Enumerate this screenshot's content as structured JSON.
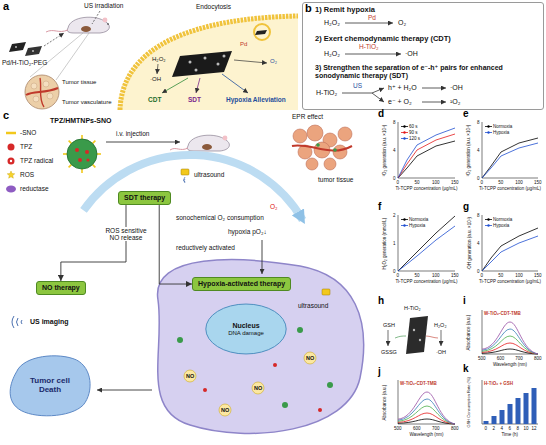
{
  "diagram": {
    "nodes": [
      {
        "text": [
          "1) Remit hypoxia",
          "2) Exert chemodynamic therapy (CDT)",
          "3) Strengthen the separation of e⁻-h⁺ pairs for enhanced sonodynamic therapy (SDT)"
        ]
      },
      {
        "text": [
          "SDT therapy"
        ]
      },
      {
        "text": [
          "NO therapy"
        ]
      },
      {
        "text": [
          "Hypoxia-activated therapy"
        ]
      },
      {
        "text": [
          "Nucleus",
          "DNA damage"
        ]
      },
      {
        "text": [
          "Tumor cell Death"
        ]
      }
    ],
    "edges": [
      {
        "from": 1,
        "to": 2,
        "label": "ROS sensitive NO release",
        "arrow": "to"
      },
      {
        "from": 1,
        "to": 3,
        "arrow": "to"
      }
    ],
    "labels": [
      "a",
      "US irradiation",
      "Pd/H-TiO₂-PEG",
      "Tumor tissue",
      "Tumor vasculature",
      "Endocytosis",
      "H₂O₂",
      "·OH",
      "Pd",
      "O₂",
      "CDT",
      "SDT",
      "Hypoxia Alleviation",
      "b",
      "H₂O₂",
      "Pd",
      "O₂",
      "H₂O₂",
      "H-TiO₂",
      "·OH",
      "H-TiO₂",
      "US",
      "h⁺ + H₂O",
      "·OH",
      "e⁻ + O₂",
      "¹O₂",
      "c",
      "TPZ/HMTNPs-SNO",
      "i.v. injection",
      "EPR effect",
      "tumor tissue",
      "ultrasound",
      "sonochemical O₂ consumption",
      "O₂",
      "hypoxia pO₂↓",
      "reductively activated",
      "US imaging",
      "ultrasound",
      "NO",
      "NO",
      "NO",
      "NO",
      "d",
      "e",
      "f",
      "g",
      "h",
      "i",
      "j",
      "k",
      "¹O₂ generation (a.u. ×10⁴)",
      "Ti-TCPP concentration (μg/mL)",
      "0",
      "4",
      "8",
      "0",
      "50",
      "100",
      "150",
      "¹O₂ generation (a.u. ×10⁴)",
      "Ti-TCPP concentration (μg/mL)",
      "0",
      "4",
      "8",
      "0",
      "50",
      "100",
      "150",
      "H₂O₂ generation (mmol/L)",
      "Ti-TCPP concentration (μg/mL)",
      "0",
      "1",
      "2",
      "0",
      "50",
      "100",
      "150",
      "·OH generation (a.u. ×10⁴)",
      "Ti-TCPP concentration (μg/mL)",
      "0",
      "4",
      "8",
      "0",
      "50",
      "100",
      "150",
      "H-TiO₂",
      "GSH",
      "GSSG",
      "H₂O₂",
      "·OH",
      "W-TiO₂-CDT-TMB",
      "Absorbance (a.u.)",
      "Wavelength (nm)",
      "500",
      "600",
      "700",
      "800",
      "W-TiO₂-CDT-TMB",
      "Absorbance (a.u.)",
      "Wavelength (nm)",
      "500",
      "600",
      "700",
      "800",
      "H-TiO₂ + GSH",
      "GSH Consumption Rate (%)",
      "Time (h)",
      "0",
      "2",
      "4",
      "6",
      "8",
      "10",
      "12"
    ],
    "legend": [
      {
        "text": "-SNO"
      },
      {
        "text": "TPZ"
      },
      {
        "text": "TPZ radical"
      },
      {
        "text": "ROS"
      },
      {
        "text": "reductase"
      },
      {
        "text": "60 s"
      },
      {
        "text": "90 s"
      },
      {
        "text": "120 s"
      },
      {
        "text": "Normoxia"
      },
      {
        "text": "Hypoxia"
      },
      {
        "text": "Normoxia"
      },
      {
        "text": "Hypoxia"
      },
      {
        "text": "Normoxia"
      },
      {
        "text": "Hypoxia"
      }
    ]
  }
}
